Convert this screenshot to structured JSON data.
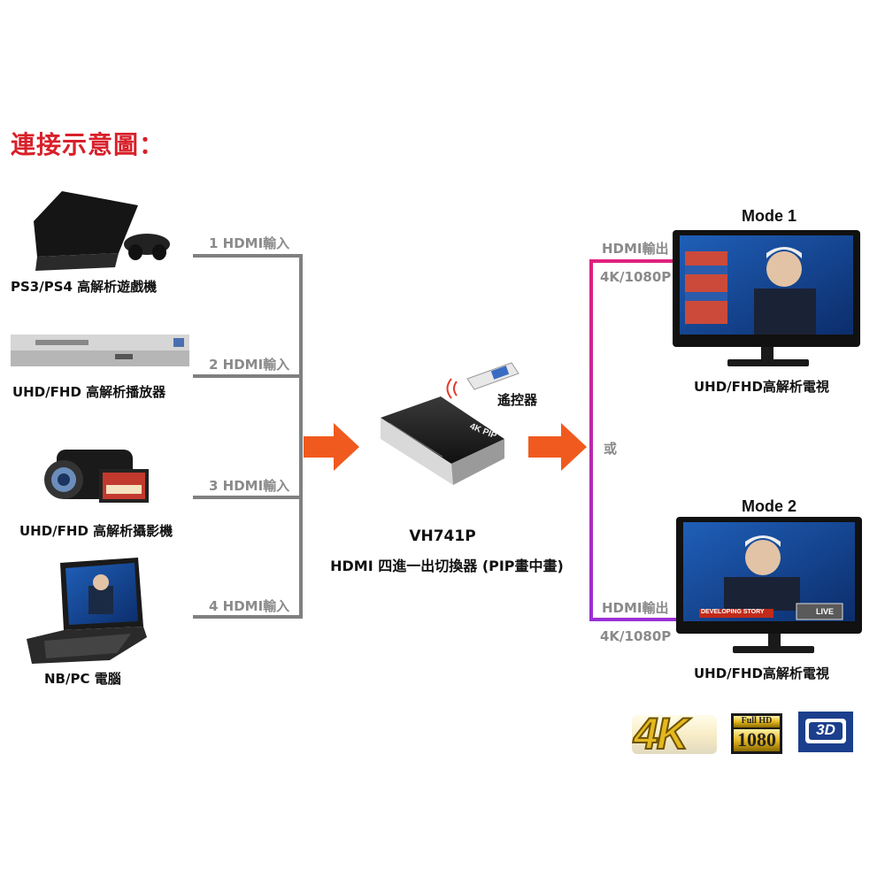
{
  "title": "連接示意圖：",
  "devices": [
    {
      "label": "PS3/PS4 高解析遊戲機",
      "input": "1 HDMI輸入",
      "icon": "game-console-icon"
    },
    {
      "label": "UHD/FHD 高解析播放器",
      "input": "2 HDMI輸入",
      "icon": "media-player-icon"
    },
    {
      "label": "UHD/FHD 高解析攝影機",
      "input": "3 HDMI輸入",
      "icon": "camcorder-icon"
    },
    {
      "label": "NB/PC 電腦",
      "input": "4 HDMI輸入",
      "icon": "laptop-icon"
    }
  ],
  "remote_label": "遙控器",
  "switcher": {
    "model": "VH741P",
    "description": "HDMI 四進一出切換器 (PIP畫中畫)",
    "body_text": "4K PIP"
  },
  "or_label": "或",
  "outputs": [
    {
      "mode": "Mode 1",
      "hdmi_out": "HDMI輸出",
      "resolution": "4K/1080P",
      "tv_label": "UHD/FHD高解析電視",
      "wire_color": "#e0217e"
    },
    {
      "mode": "Mode 2",
      "hdmi_out": "HDMI輸出",
      "resolution": "4K/1080P",
      "tv_label": "UHD/FHD高解析電視",
      "wire_color": "#9b2fd6"
    }
  ],
  "tv2_ticker": "DEVELOPING STORY",
  "tv2_live": "LIVE",
  "badges": {
    "fourk": "4K",
    "fullhd_top": "Full HD",
    "fullhd_num": "1080",
    "threed": "3D"
  },
  "colors": {
    "title": "#d8202a",
    "arrow": "#f05a1e",
    "wire_gray": "#808080"
  }
}
